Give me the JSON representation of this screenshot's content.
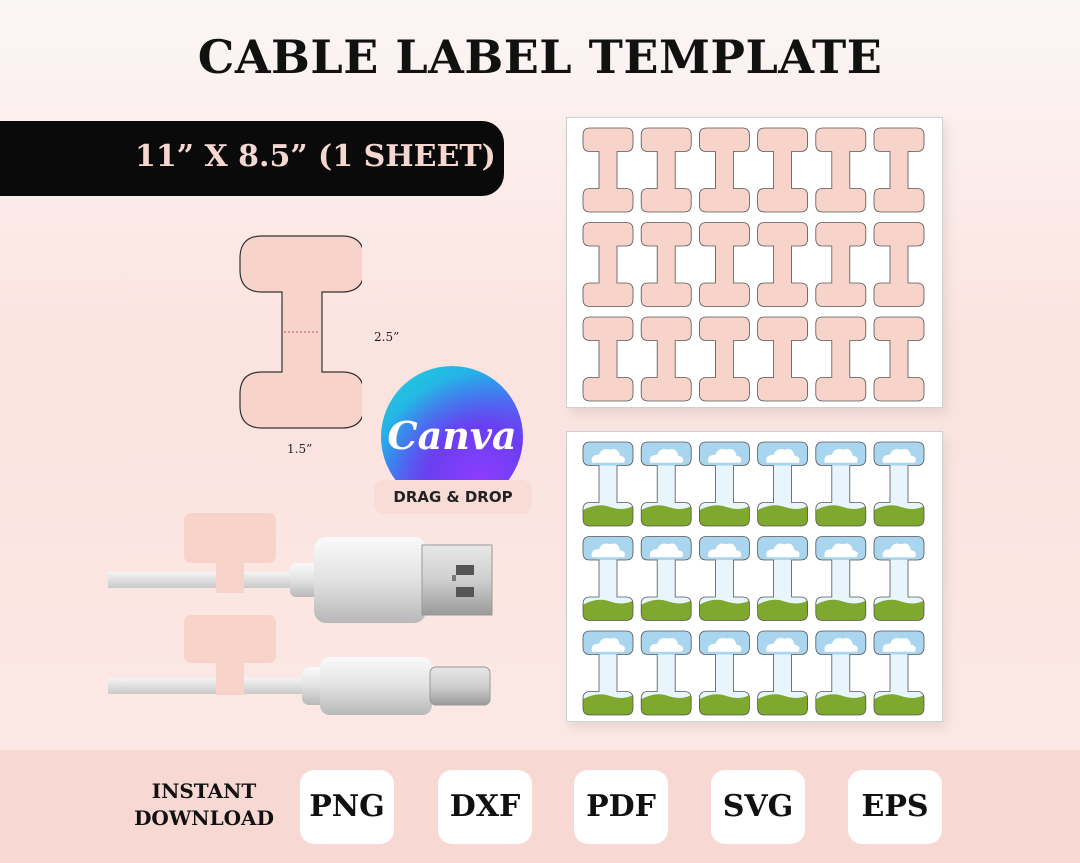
{
  "title": "CABLE LABEL TEMPLATE",
  "size_banner": "11” X 8.5” (1 SHEET)",
  "dimensions": {
    "height": "2.5”",
    "width": "1.5”"
  },
  "canva": {
    "logo_text": "Canva",
    "badge": "DRAG & DROP"
  },
  "footer": {
    "instant_line1": "INSTANT",
    "instant_line2": "DOWNLOAD",
    "formats": [
      "PNG",
      "DXF",
      "PDF",
      "SVG",
      "EPS"
    ]
  },
  "colors": {
    "label_pink": "#f8d3ca",
    "banner_black": "#0a0a0a",
    "banner_text": "#f6d7cf",
    "sky_blue": "#a9d5ef",
    "grass_green": "#7fa82e"
  },
  "icons": [
    "canva-logo",
    "usb-a-cable-illustration",
    "usb-c-cable-illustration"
  ]
}
